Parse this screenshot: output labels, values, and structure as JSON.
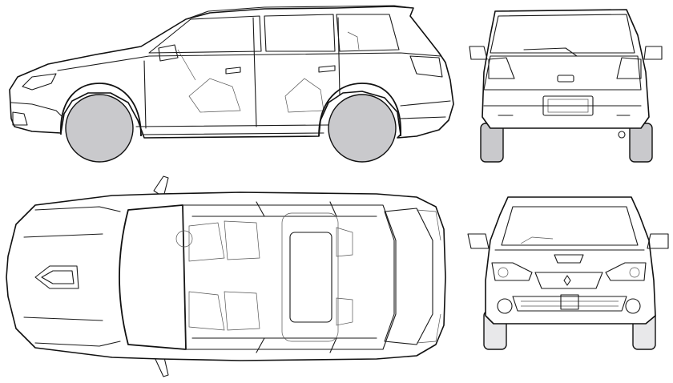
{
  "drawing": {
    "views": [
      "side",
      "rear",
      "top",
      "front"
    ],
    "colors": {
      "line": "#111111",
      "tyre": "#c9c9cc",
      "background": "#ffffff"
    }
  }
}
